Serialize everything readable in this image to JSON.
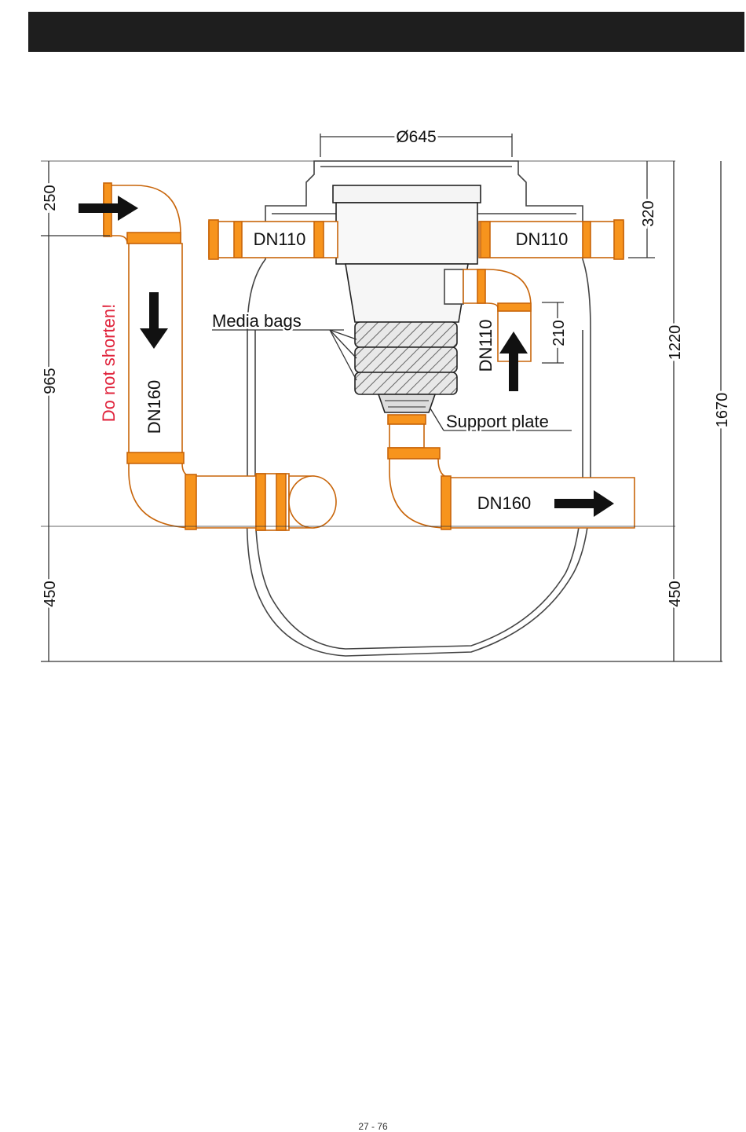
{
  "dimensions": {
    "diameter": "Ø645",
    "left_top": "250",
    "left_middle": "965",
    "left_bottom": "450",
    "right_top": "320",
    "right_middle": "1220",
    "right_bottom": "450",
    "right_total": "1670",
    "inner_outlet": "210"
  },
  "labels": {
    "inlet_left": "DN110",
    "inlet_right": "DN110",
    "outlet_inner": "DN110",
    "pipe_left": "DN160",
    "pipe_out": "DN160",
    "media_bags": "Media bags",
    "support_plate": "Support plate",
    "warning": "Do not shorten!"
  },
  "footer": {
    "page_number": "27 - 76"
  },
  "colors": {
    "pipe": "#f7941d",
    "pipe_stroke": "#c8650a",
    "line": "#333333",
    "warning": "#e0243c"
  }
}
